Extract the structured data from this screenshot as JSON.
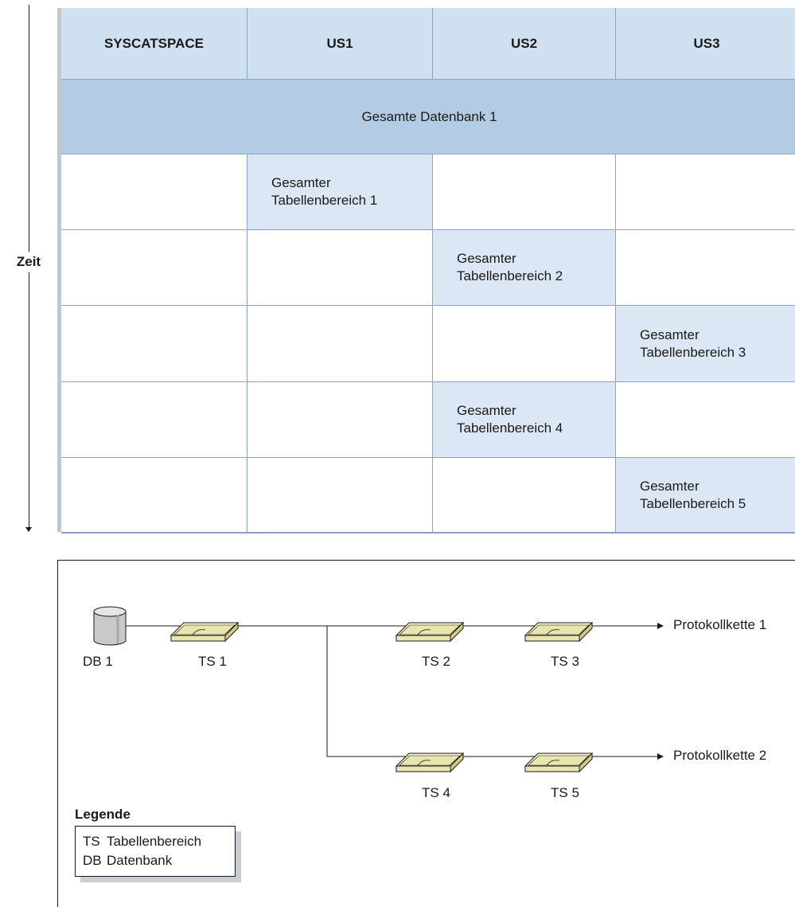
{
  "time_axis": {
    "label": "Zeit"
  },
  "grid": {
    "headers": [
      "SYSCATSPACE",
      "US1",
      "US2",
      "US3"
    ],
    "full_backup": "Gesamte Datenbank 1",
    "rows": [
      {
        "column": 1,
        "line1": "Gesamter",
        "line2": "Tabellenbereich 1"
      },
      {
        "column": 2,
        "line1": "Gesamter",
        "line2": "Tabellenbereich 2"
      },
      {
        "column": 3,
        "line1": "Gesamter",
        "line2": "Tabellenbereich 3"
      },
      {
        "column": 2,
        "line1": "Gesamter",
        "line2": "Tabellenbereich 4"
      },
      {
        "column": 3,
        "line1": "Gesamter",
        "line2": "Tabellenbereich 5"
      }
    ],
    "colors": {
      "header": "#cfe0f1",
      "full_backup": "#b3cce4",
      "highlight": "#dbe7f4",
      "lines": "#8ba3c4"
    }
  },
  "log_chain": {
    "database": {
      "label": "DB 1",
      "icon": "database-cylinder-icon"
    },
    "tablespaces": [
      {
        "label": "TS 1",
        "icon": "tablespace-tray-icon"
      },
      {
        "label": "TS 2",
        "icon": "tablespace-tray-icon"
      },
      {
        "label": "TS 3",
        "icon": "tablespace-tray-icon"
      },
      {
        "label": "TS 4",
        "icon": "tablespace-tray-icon"
      },
      {
        "label": "TS 5",
        "icon": "tablespace-tray-icon"
      }
    ],
    "chains": [
      "Protokollkette 1",
      "Protokollkette 2"
    ],
    "colors": {
      "tray": "#f2efc4",
      "tray_dark": "#dcd89a",
      "cylinder": "#c9c9c9"
    }
  },
  "legend": {
    "title": "Legende",
    "items": [
      {
        "abbr": "TS",
        "text": "Tabellenbereich"
      },
      {
        "abbr": "DB",
        "text": "Datenbank"
      }
    ]
  }
}
